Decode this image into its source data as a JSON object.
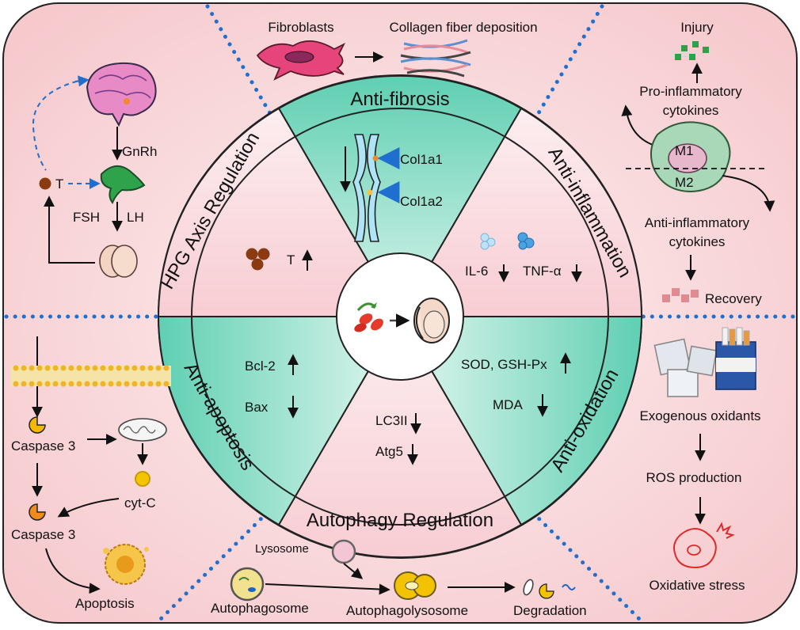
{
  "outer": {
    "top_left": {
      "gnrh": "GnRh",
      "t": "T",
      "fsh": "FSH",
      "lh": "LH"
    },
    "top_center": {
      "fibroblasts": "Fibroblasts",
      "collagen": "Collagen fiber deposition"
    },
    "top_right": {
      "injury": "Injury",
      "pro_inflam": [
        "Pro-inflammatory",
        "cytokines"
      ],
      "m1": "M1",
      "m2": "M2",
      "anti_inflam": [
        "Anti-inflammatory",
        "cytokines"
      ],
      "recovery": "Recovery"
    },
    "bottom_left": {
      "caspase_top": "Caspase 3",
      "cytc": "cyt-C",
      "caspase_bottom": "Caspase 3",
      "apoptosis": "Apoptosis"
    },
    "bottom_center": {
      "lysosome": "Lysosome",
      "autophagosome": "Autophagosome",
      "autophagolysosome": "Autophagolysosome",
      "degradation": "Degradation"
    },
    "bottom_right": {
      "exogenous": "Exogenous oxidants",
      "ros": "ROS production",
      "oxidative": "Oxidative stress"
    }
  },
  "segments": {
    "anti_fibrosis": {
      "title": "Anti-fibrosis",
      "col1a1": "Col1a1",
      "col1a2": "Col1a2"
    },
    "anti_inflammation": {
      "title": "Anti-inflammation",
      "il6": "IL-6",
      "tnf": "TNF-α"
    },
    "anti_oxidation": {
      "title": "Anti-oxidation",
      "sod": "SOD, GSH-Px",
      "mda": "MDA"
    },
    "autophagy": {
      "title": "Autophagy Regulation",
      "lc3": "LC3II",
      "atg5": "Atg5"
    },
    "anti_apoptosis": {
      "title": "Anti-apoptosis",
      "bcl2": "Bcl-2",
      "bax": "Bax"
    },
    "hpg": {
      "title": "HPG Axis Regulation",
      "t": "T"
    }
  },
  "colors": {
    "outer_fill": "#f9d4d6",
    "pink_segment": "#fbe0e3",
    "teal_segment": "#73d6bd",
    "dotted": "#1f6fd0",
    "arrow_blue": "#1a63c9"
  }
}
